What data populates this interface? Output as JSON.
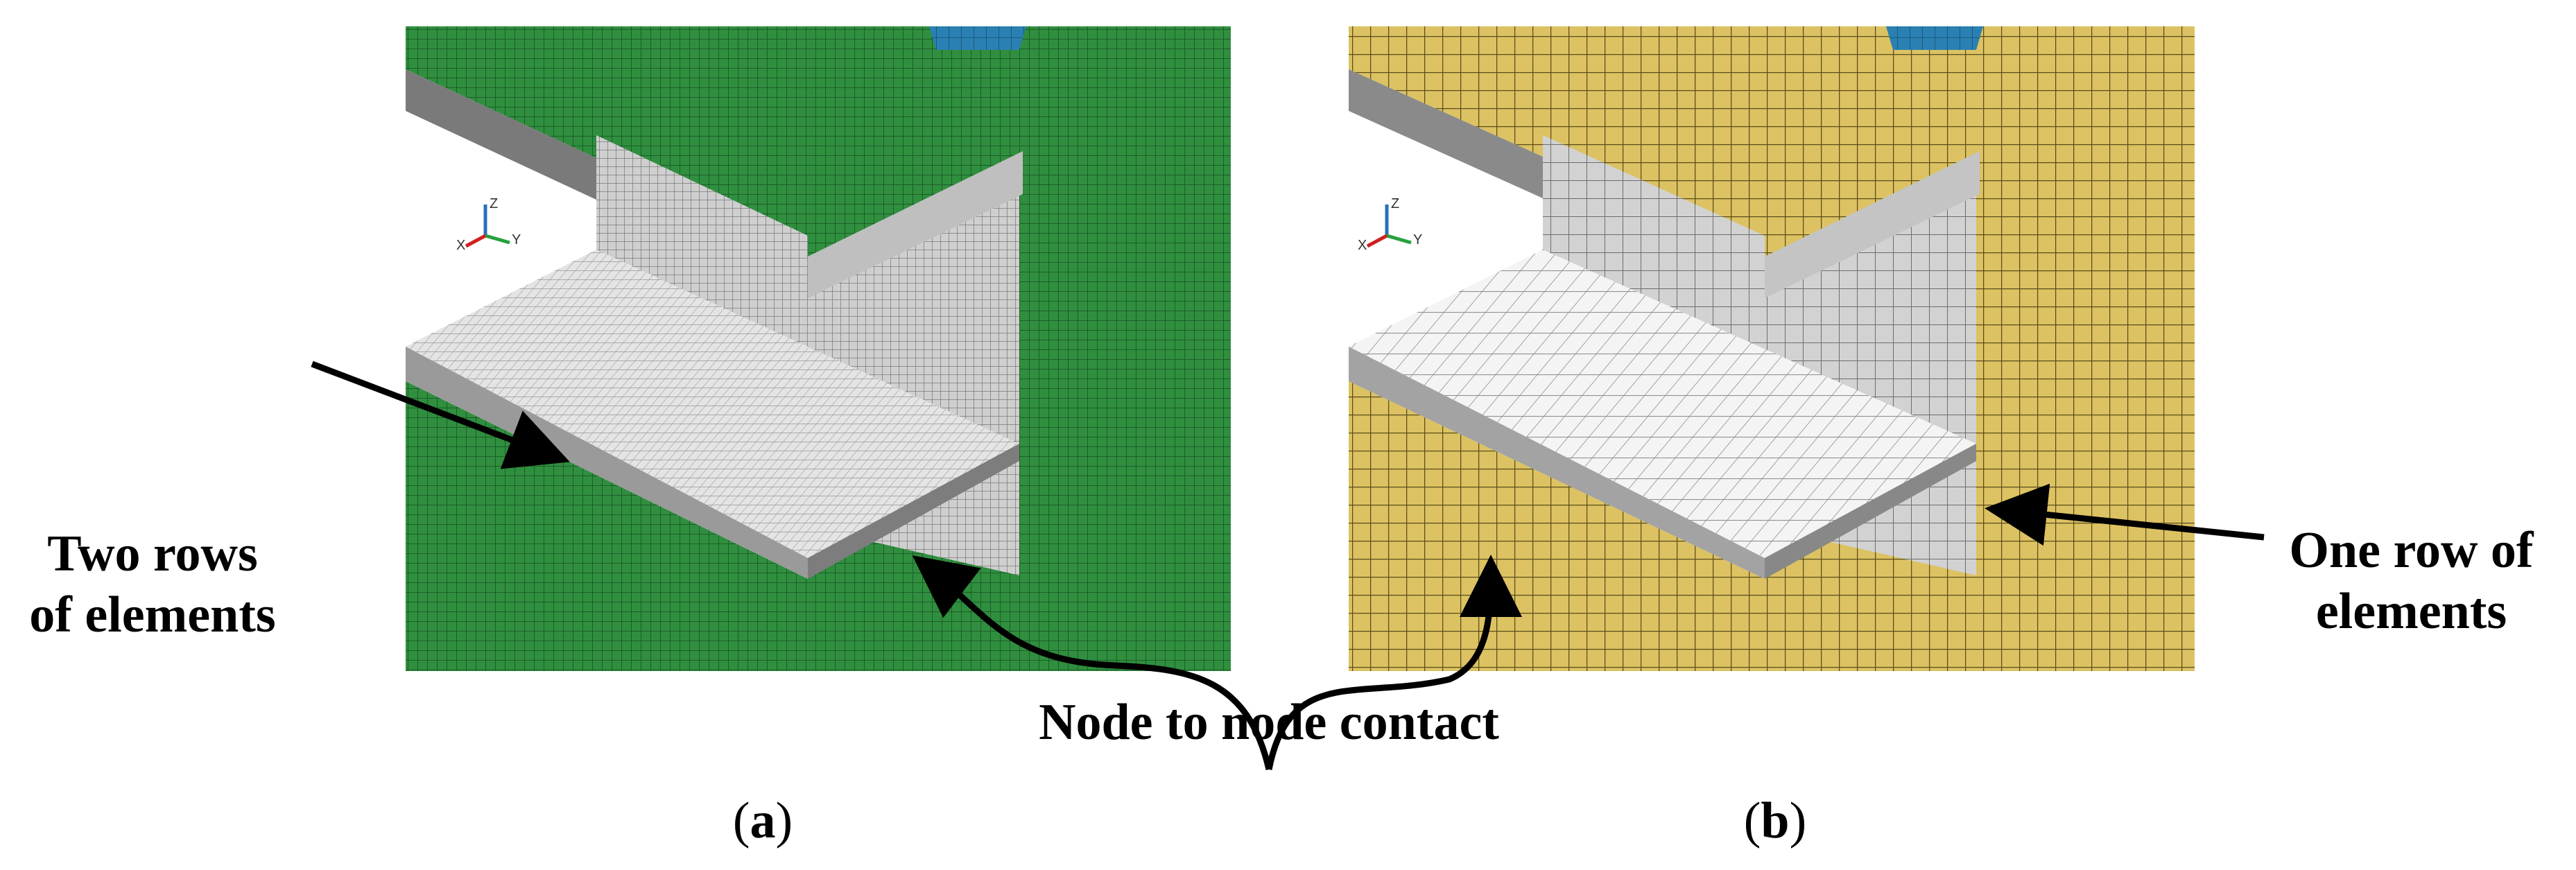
{
  "labels": {
    "two_rows": [
      "Two rows",
      "of elements"
    ],
    "one_row": [
      "One row of",
      "elements"
    ],
    "node_contact": "Node to node contact"
  },
  "captions": {
    "a": {
      "open": "(",
      "letter": "a",
      "close": ")"
    },
    "b": {
      "open": "(",
      "letter": "b",
      "close": ")"
    }
  },
  "axis_triad": {
    "z": "Z",
    "y": "Y",
    "x": "X"
  },
  "colors": {
    "green_mesh": "#2e8b3e",
    "yellow_mesh": "#d9bf5c",
    "gray_mesh": "#c9c9c9",
    "white_mesh": "#f2f2f2",
    "blue_cap": "#2a7fb0",
    "arrow": "#000000"
  }
}
